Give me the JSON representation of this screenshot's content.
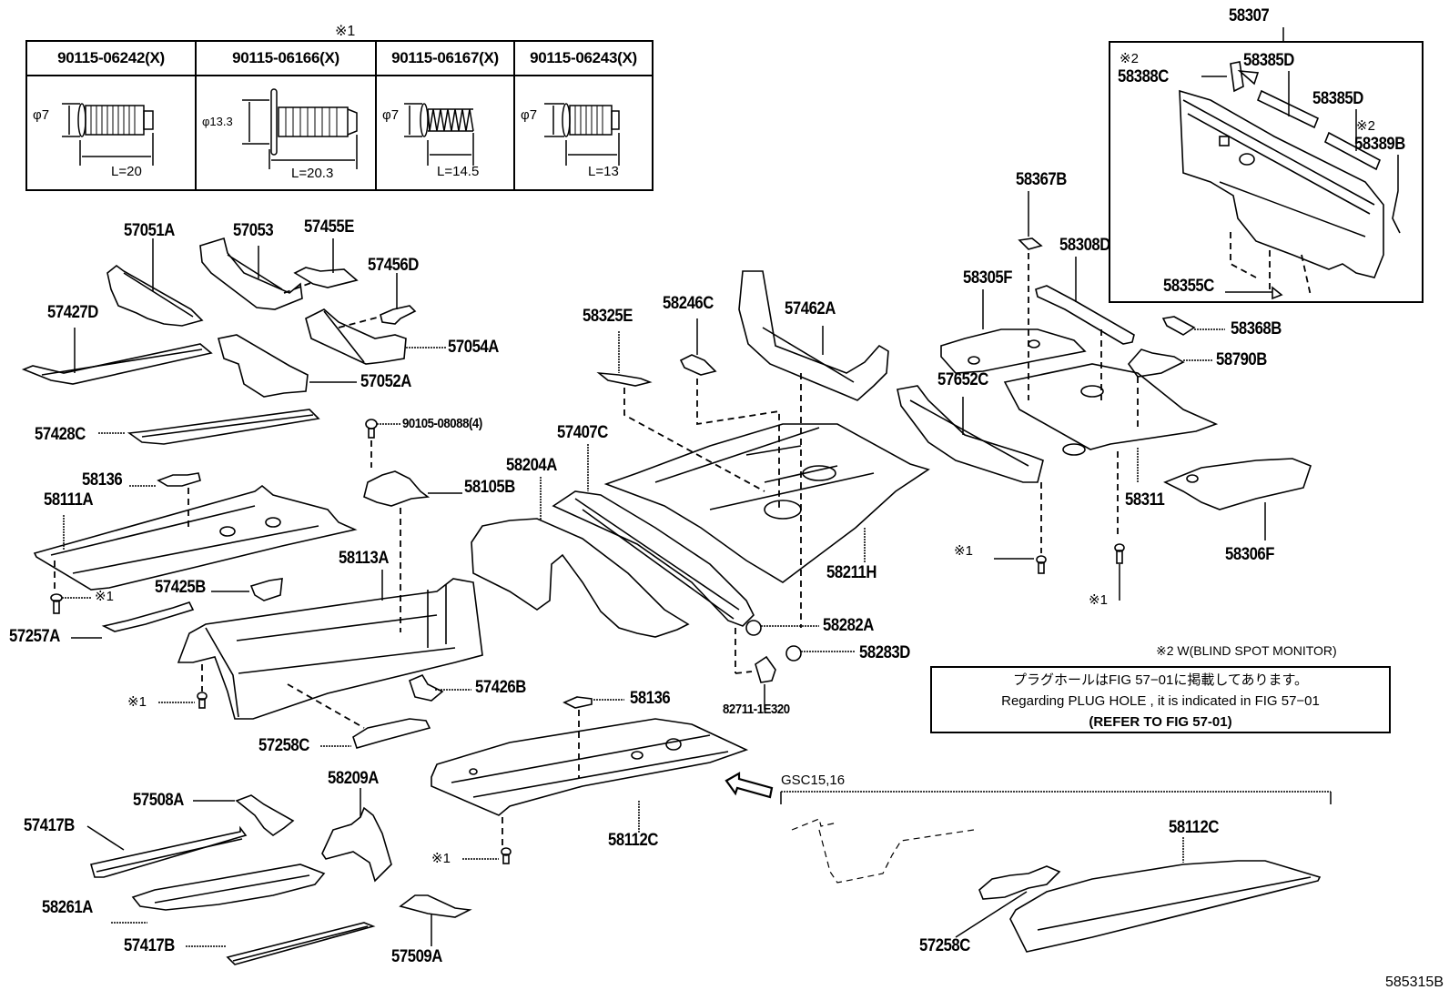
{
  "diagram_id": "585315B",
  "fastener_table": {
    "marker": "※1",
    "columns": [
      {
        "part": "90115-06242(X)",
        "diameter": "φ7",
        "length": "L=20"
      },
      {
        "part": "90115-06166(X)",
        "diameter": "φ13.3",
        "length": "L=20.3"
      },
      {
        "part": "90115-06167(X)",
        "diameter": "φ7",
        "length": "L=14.5"
      },
      {
        "part": "90115-06243(X)",
        "diameter": "φ7",
        "length": "L=13"
      }
    ]
  },
  "inset": {
    "assembly": "58307",
    "marker_2a": "※2",
    "marker_2b": "※2",
    "parts": [
      "58388C",
      "58385D",
      "58385D",
      "58389B",
      "58355C"
    ]
  },
  "labels": {
    "p57051A": "57051A",
    "p57053": "57053",
    "p57455E": "57455E",
    "p57456D": "57456D",
    "p57427D": "57427D",
    "p57054A": "57054A",
    "p57052A": "57052A",
    "p57428C": "57428C",
    "p90105": "90105-08088(4)",
    "p58136a": "58136",
    "p58111A": "58111A",
    "p58105B": "58105B",
    "p58113A": "58113A",
    "p57425B": "57425B",
    "p57257A": "57257A",
    "p57426B": "57426B",
    "p58136b": "58136",
    "p57258Ca": "57258C",
    "p57508A": "57508A",
    "p58209A": "58209A",
    "p57417Ba": "57417B",
    "p58261A": "58261A",
    "p57417Bb": "57417B",
    "p57509A": "57509A",
    "p58112Ca": "58112C",
    "p58325E": "58325E",
    "p58246C": "58246C",
    "p57462A": "57462A",
    "p57407C": "57407C",
    "p58204A": "58204A",
    "p58211H": "58211H",
    "p58282A": "58282A",
    "p58283D": "58283D",
    "p82711": "82711-1E320",
    "p58367B": "58367B",
    "p58308D": "58308D",
    "p58305F": "58305F",
    "p58368B": "58368B",
    "p58790B": "58790B",
    "p57652C": "57652C",
    "p58311": "58311",
    "p58306F": "58306F",
    "p58112Cb": "58112C",
    "p57258Cb": "57258C",
    "gsc": "GSC15,16"
  },
  "fastener_refs": [
    "※1",
    "※1",
    "※1",
    "※1",
    "※1",
    "※1"
  ],
  "notes": {
    "blind_spot": "※2 W(BLIND SPOT MONITOR)",
    "plug_hole_jp": "プラグホールはFIG 57−01に掲載してあります。",
    "plug_hole_en": "Regarding  PLUG  HOLE , it is indicated in FIG  57−01",
    "refer": "(REFER  TO  FIG  57-01)"
  }
}
